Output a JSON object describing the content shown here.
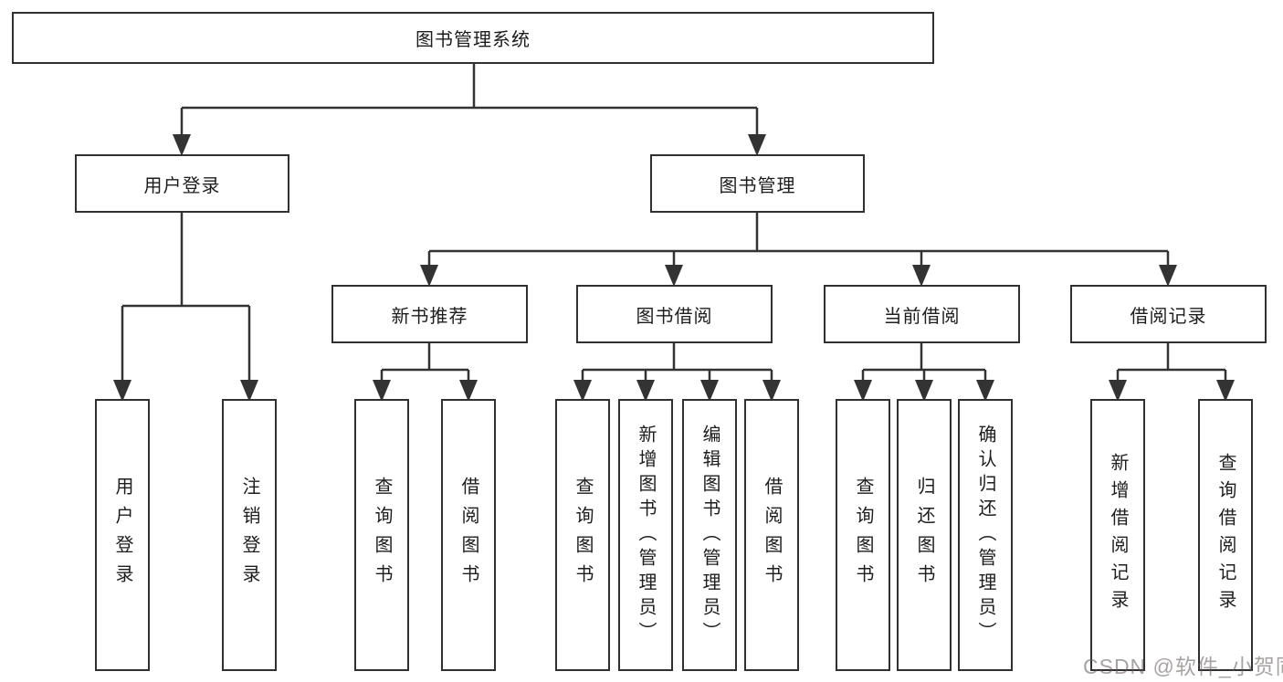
{
  "tree": {
    "label": "图书管理系统",
    "children": [
      {
        "label": "用户登录",
        "children": [
          {
            "label": "用户登录"
          },
          {
            "label": "注销登录"
          }
        ]
      },
      {
        "label": "图书管理",
        "children": [
          {
            "label": "新书推荐",
            "children": [
              {
                "label": "查询图书"
              },
              {
                "label": "借阅图书"
              }
            ]
          },
          {
            "label": "图书借阅",
            "children": [
              {
                "label": "查询图书"
              },
              {
                "label": "新增图书（管理员）"
              },
              {
                "label": "编辑图书（管理员）"
              },
              {
                "label": "借阅图书"
              }
            ]
          },
          {
            "label": "当前借阅",
            "children": [
              {
                "label": "查询图书"
              },
              {
                "label": "归还图书"
              },
              {
                "label": "确认归还（管理员）"
              }
            ]
          },
          {
            "label": "借阅记录",
            "children": [
              {
                "label": "新增借阅记录"
              },
              {
                "label": "查询借阅记录"
              }
            ]
          }
        ]
      }
    ]
  },
  "watermark": {
    "text": "CSDN @软件_小贺同学"
  },
  "colors": {
    "line": "#333333",
    "box_border": "#303030",
    "text": "#1d1d1d",
    "background": "#ffffff",
    "watermark_gray": "#b3adad"
  }
}
